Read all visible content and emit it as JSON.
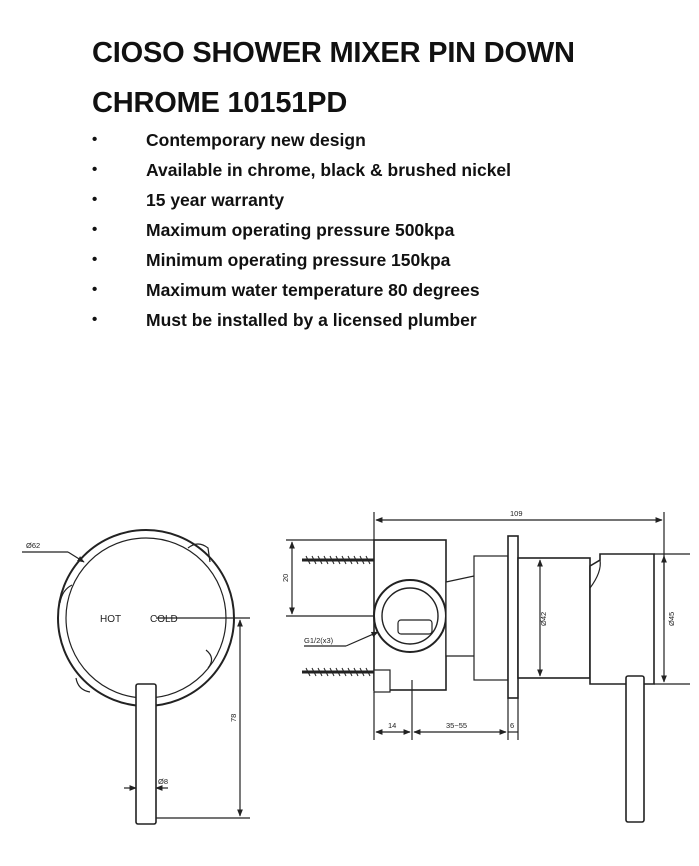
{
  "title": {
    "line1": "CIOSO SHOWER MIXER PIN DOWN",
    "line2": "CHROME 10151PD"
  },
  "features": [
    "Contemporary new design",
    "Available in chrome, black & brushed nickel",
    "15 year warranty",
    "Maximum operating pressure 500kpa",
    "Minimum operating pressure 150kpa",
    "Maximum water temperature 80 degrees",
    "Must be installed by a licensed plumber"
  ],
  "bullet_glyph": "•",
  "drawing": {
    "front_view": {
      "hot_label": "HOT",
      "cold_label": "COLD",
      "dim_diameter": "Ø62",
      "dim_lever_length": "78",
      "dim_lever_diameter": "Ø8"
    },
    "side_view": {
      "dim_total_depth": "109",
      "dim_height_20": "20",
      "dim_thread": "G1/2(x3)",
      "dim_diameter_42": "Ø42",
      "dim_diameter_45": "Ø45",
      "dim_14": "14",
      "dim_wall_range": "35~55",
      "dim_6": "6"
    }
  },
  "colors": {
    "text": "#111111",
    "line": "#222222",
    "background": "#ffffff"
  }
}
